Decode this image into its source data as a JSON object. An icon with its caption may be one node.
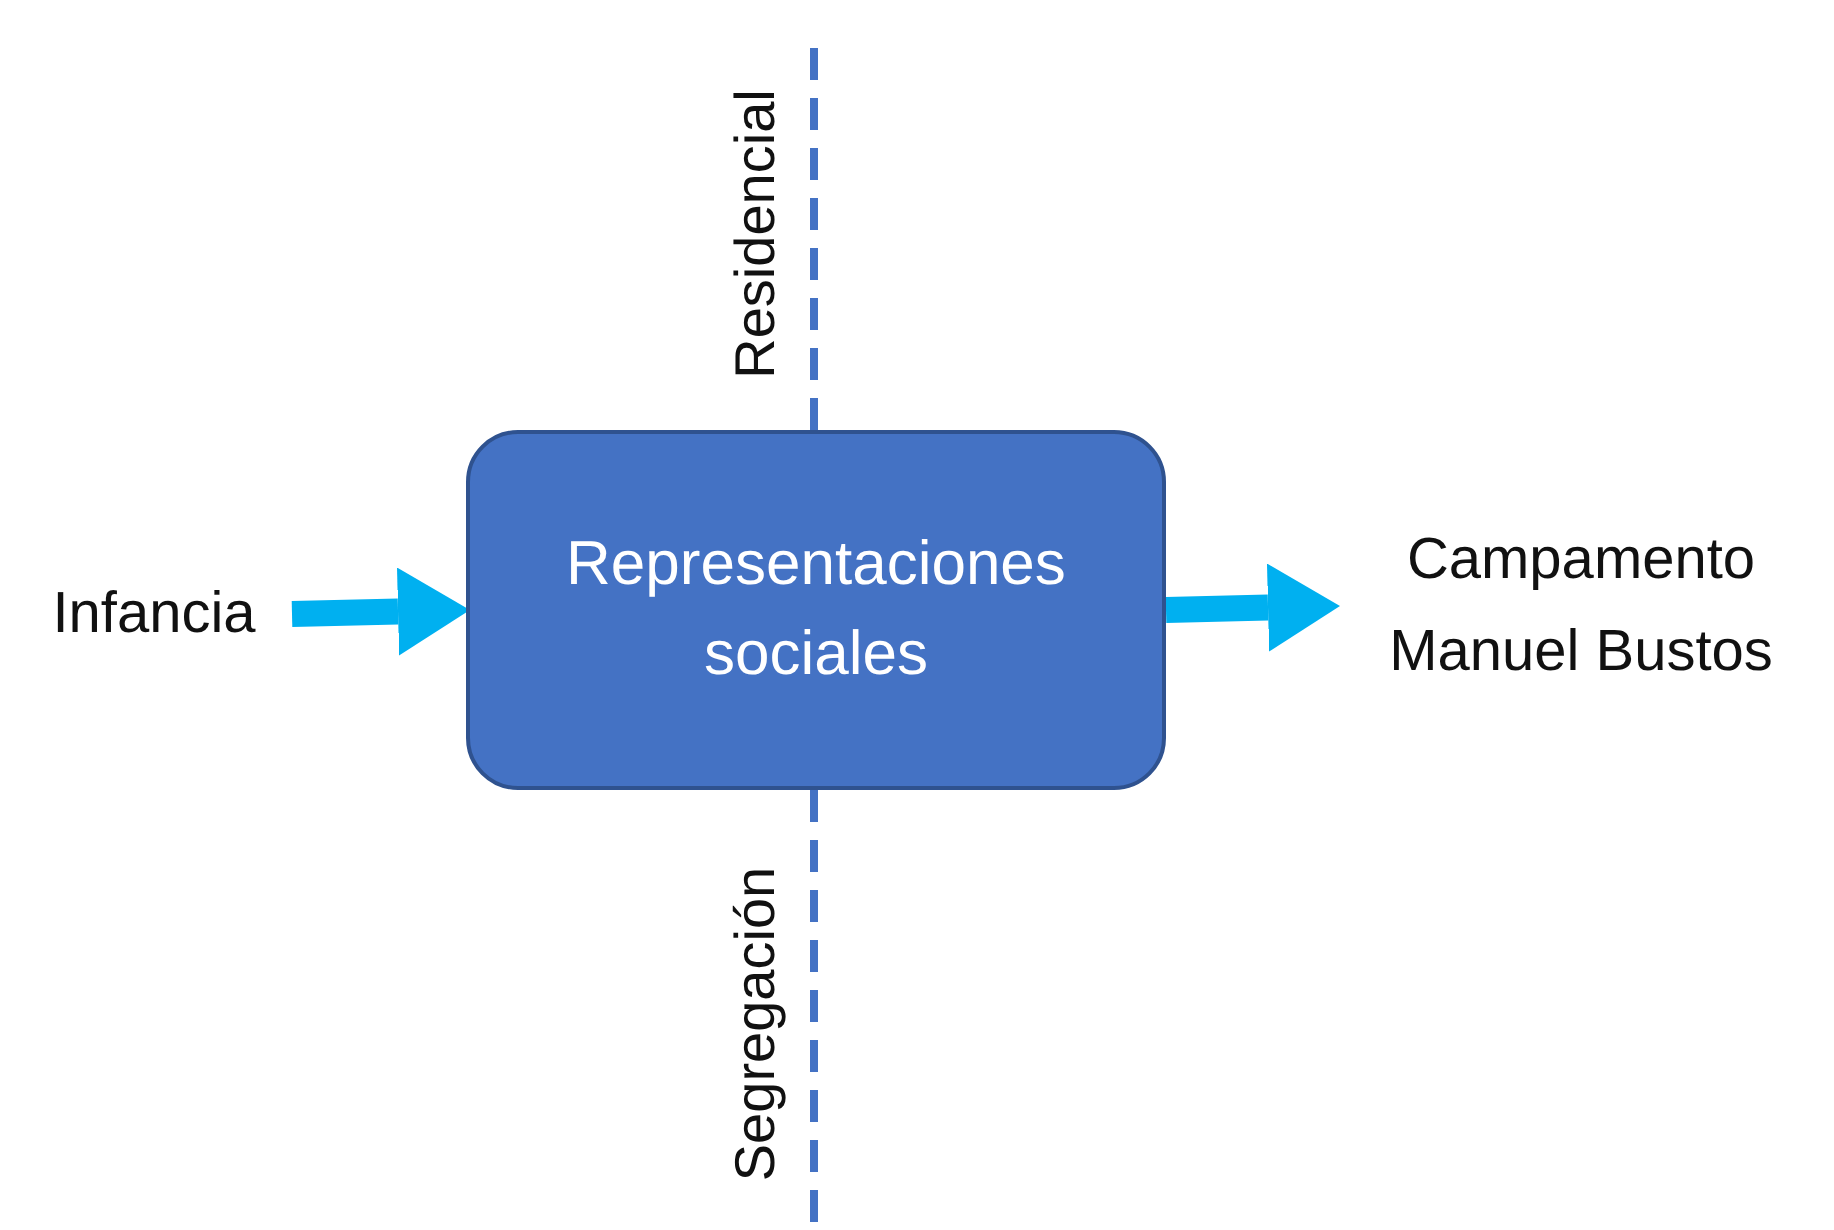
{
  "diagram": {
    "nodes": [
      {
        "text": [
          "Infancia"
        ]
      },
      {
        "text": [
          "Representaciones sociales"
        ]
      },
      {
        "text": [
          "Campamento Manuel Bustos"
        ]
      }
    ],
    "edges": [
      {
        "from": 0,
        "to": 1,
        "arrow": "to",
        "style": "thick",
        "color": "#00b0f0"
      },
      {
        "from": 1,
        "to": 2,
        "arrow": "to",
        "style": "thick",
        "color": "#00b0f0"
      },
      {
        "from": null,
        "to": 1,
        "arrow": "none",
        "style": "dashed",
        "color": "#4472c4",
        "label": "Residencial"
      },
      {
        "from": 1,
        "to": null,
        "arrow": "none",
        "style": "dashed",
        "color": "#4472c4",
        "label": "Segregación"
      }
    ]
  }
}
